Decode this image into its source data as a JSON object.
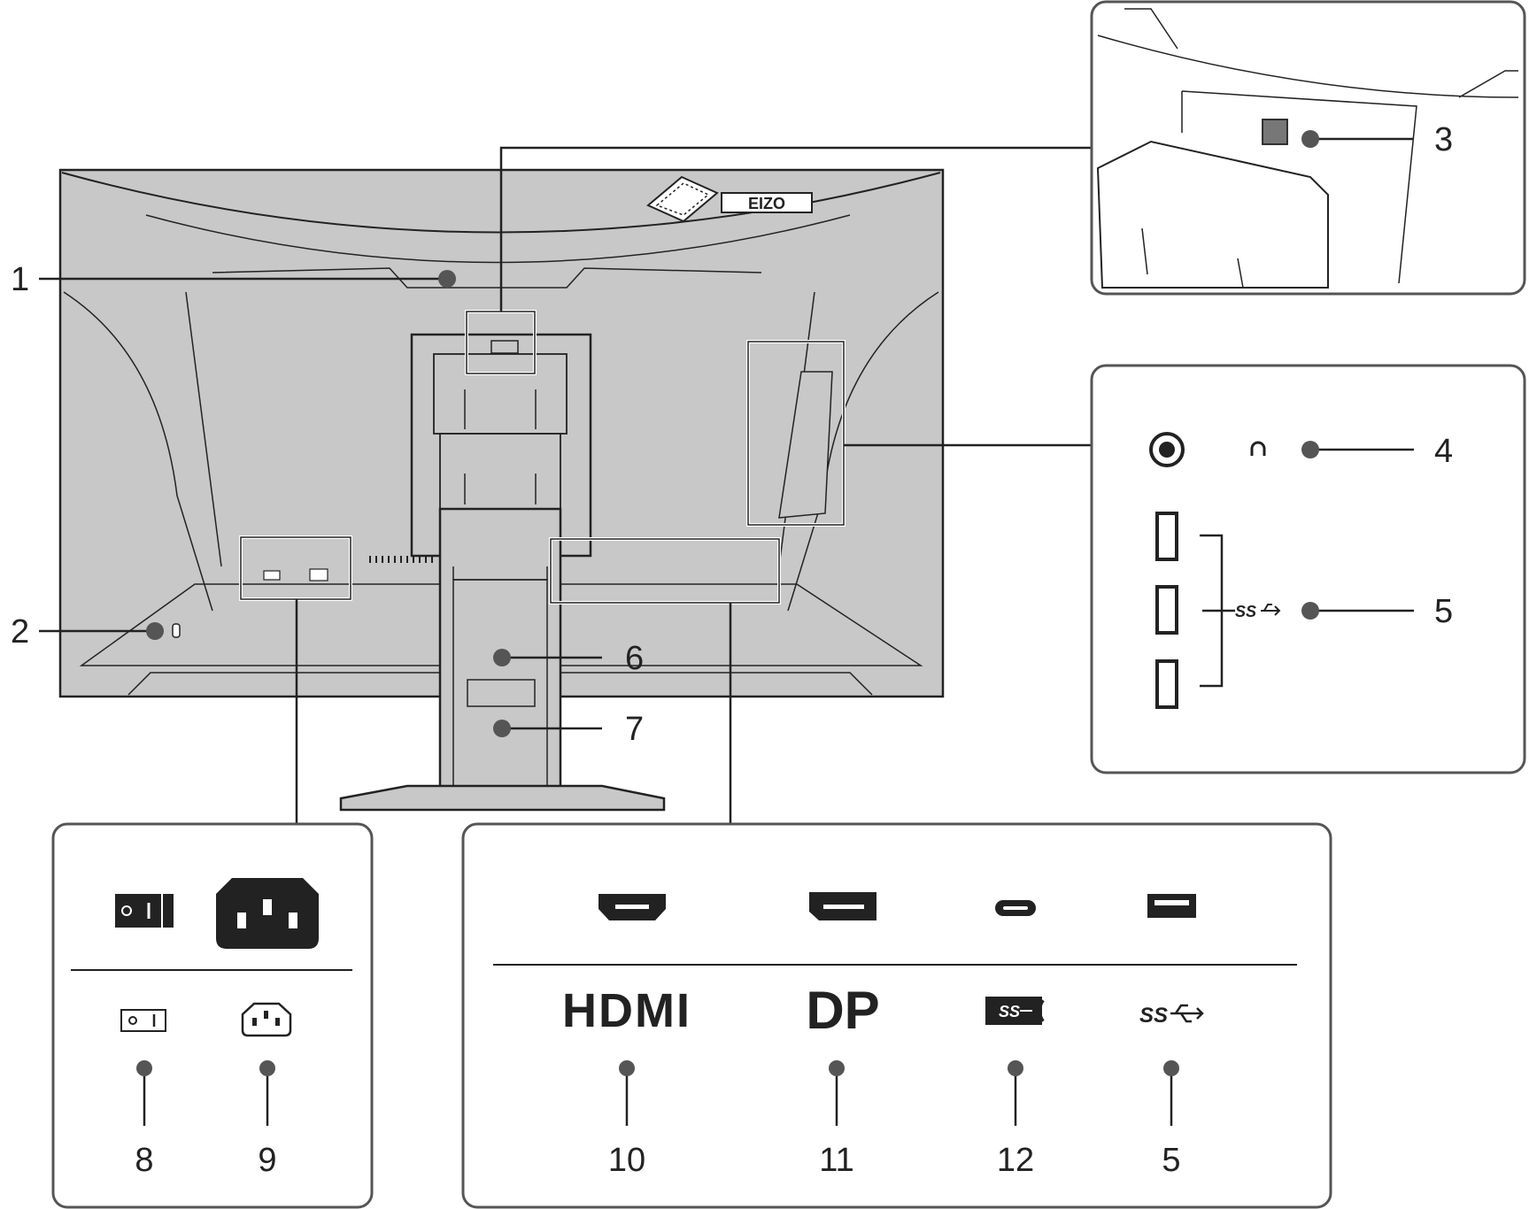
{
  "brand": "EIZO",
  "callouts": {
    "c1": "1",
    "c2": "2",
    "c3": "3",
    "c4": "4",
    "c5": "5",
    "c6": "6",
    "c7": "7",
    "c8": "8",
    "c9": "9",
    "c10": "10",
    "c11": "11",
    "c12": "12",
    "c5b": "5"
  },
  "port_labels": {
    "hdmi": "HDMI",
    "dp": "DP",
    "usb_ss": "SS"
  },
  "colors": {
    "body": "#c8c8c8",
    "line": "#222222",
    "panel_border": "#555555",
    "dot": "#555555"
  }
}
